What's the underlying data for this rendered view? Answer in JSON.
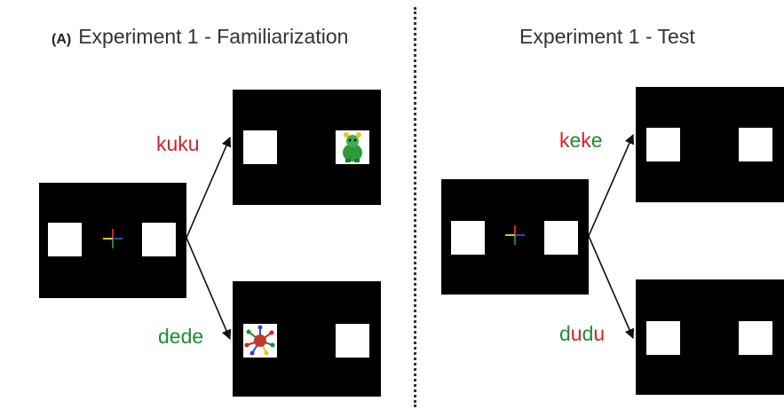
{
  "colors": {
    "red": "#d62027",
    "green": "#1c8c2e",
    "screen": "#000000",
    "slot": "#ffffff"
  },
  "familiarization": {
    "panel_label": "(A)",
    "title": "Experiment 1 - Familiarization",
    "word_top": [
      {
        "text": "kuku",
        "color": "red"
      }
    ],
    "word_bottom": [
      {
        "text": "dede",
        "color": "green"
      }
    ],
    "top_right_image": "green-toy-figure-icon",
    "bottom_left_image": "colorful-spiky-toy-icon"
  },
  "test": {
    "title": "Experiment 1 - Test",
    "word_top": [
      {
        "text": "k",
        "color": "red"
      },
      {
        "text": "e",
        "color": "green"
      },
      {
        "text": "k",
        "color": "red"
      },
      {
        "text": "e",
        "color": "green"
      }
    ],
    "word_bottom": [
      {
        "text": "d",
        "color": "green"
      },
      {
        "text": "u",
        "color": "red"
      },
      {
        "text": "d",
        "color": "green"
      },
      {
        "text": "u",
        "color": "red"
      }
    ]
  }
}
